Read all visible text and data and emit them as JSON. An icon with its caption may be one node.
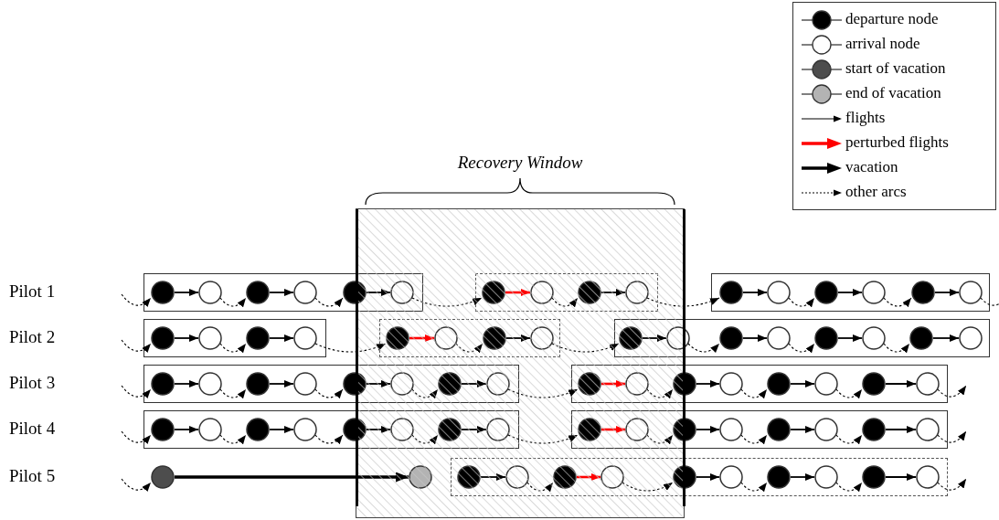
{
  "diagram": {
    "nodes": [
      {
        "text": [
          "Recovery Window"
        ]
      },
      {
        "text": [],
        "shape": "box"
      },
      {
        "text": [],
        "shape": "circle",
        "in": 1
      },
      {
        "text": [],
        "shape": "circle",
        "in": 1
      },
      {
        "text": [],
        "shape": "circle",
        "in": 1
      },
      {
        "text": [],
        "shape": "circle",
        "in": 1
      },
      {
        "text": [],
        "shape": "circle",
        "in": 1
      },
      {
        "text": [],
        "shape": "circle"
      },
      {
        "text": [],
        "shape": "box",
        "in": 0
      },
      {
        "text": [],
        "shape": "circle",
        "in": 8
      },
      {
        "text": [],
        "shape": "circle",
        "in": 8
      },
      {
        "text": [],
        "shape": "circle",
        "in": 8
      },
      {
        "text": [],
        "shape": "circle",
        "in": 8
      },
      {
        "text": [],
        "shape": "box"
      },
      {
        "text": [],
        "shape": "circle",
        "in": 13
      },
      {
        "text": [],
        "shape": "circle",
        "in": 13
      },
      {
        "text": [],
        "shape": "circle",
        "in": 13
      },
      {
        "text": [],
        "shape": "circle",
        "in": 13
      },
      {
        "text": [],
        "shape": "circle",
        "in": 13
      },
      {
        "text": [],
        "shape": "circle",
        "in": 13
      },
      {
        "text": [],
        "shape": "box"
      },
      {
        "text": [],
        "shape": "circle",
        "in": 20
      },
      {
        "text": [],
        "shape": "circle",
        "in": 20
      },
      {
        "text": [],
        "shape": "circle",
        "in": 20
      },
      {
        "text": [],
        "shape": "circle",
        "in": 20
      },
      {
        "text": [],
        "shape": "box",
        "in": 0
      },
      {
        "text": [],
        "shape": "circle",
        "in": 25
      },
      {
        "text": [],
        "shape": "circle",
        "in": 25
      },
      {
        "text": [],
        "shape": "circle",
        "in": 25
      },
      {
        "text": [],
        "shape": "circle",
        "in": 25
      },
      {
        "text": [],
        "shape": "box"
      },
      {
        "text": [],
        "shape": "circle"
      },
      {
        "text": [],
        "shape": "circle",
        "in": 30
      },
      {
        "text": [],
        "shape": "circle",
        "in": 30
      },
      {
        "text": [],
        "shape": "circle",
        "in": 30
      },
      {
        "text": [],
        "shape": "circle",
        "in": 30
      },
      {
        "text": [],
        "shape": "circle",
        "in": 30
      },
      {
        "text": [],
        "shape": "circle",
        "in": 30
      },
      {
        "text": [],
        "shape": "circle",
        "in": 30
      },
      {
        "text": [],
        "shape": "box"
      },
      {
        "text": [],
        "shape": "circle",
        "in": 39
      },
      {
        "text": [],
        "shape": "circle",
        "in": 39
      },
      {
        "text": [],
        "shape": "circle",
        "in": 39
      },
      {
        "text": [],
        "shape": "circle",
        "in": 39
      },
      {
        "text": [],
        "shape": "circle",
        "in": 39
      },
      {
        "text": [],
        "shape": "circle"
      },
      {
        "text": [],
        "shape": "circle"
      },
      {
        "text": [],
        "shape": "circle"
      },
      {
        "text": [],
        "shape": "box"
      },
      {
        "text": [],
        "shape": "circle"
      },
      {
        "text": [],
        "shape": "circle"
      },
      {
        "text": [],
        "shape": "circle",
        "in": 48
      },
      {
        "text": [],
        "shape": "circle",
        "in": 48
      },
      {
        "text": [],
        "shape": "circle",
        "in": 48
      },
      {
        "text": [],
        "shape": "circle",
        "in": 48
      },
      {
        "text": [],
        "shape": "circle",
        "in": 48
      },
      {
        "text": [],
        "shape": "circle",
        "in": 48
      },
      {
        "text": [],
        "shape": "box"
      },
      {
        "text": [],
        "shape": "circle",
        "in": 57
      },
      {
        "text": [],
        "shape": "circle",
        "in": 57
      },
      {
        "text": [],
        "shape": "circle",
        "in": 57
      },
      {
        "text": [],
        "shape": "circle",
        "in": 57
      },
      {
        "text": [],
        "shape": "circle",
        "in": 57
      },
      {
        "text": [],
        "shape": "circle"
      },
      {
        "text": [],
        "shape": "circle"
      },
      {
        "text": [],
        "shape": "circle"
      },
      {
        "text": [],
        "shape": "box"
      },
      {
        "text": [],
        "shape": "circle"
      },
      {
        "text": [],
        "shape": "circle"
      },
      {
        "text": [],
        "shape": "circle",
        "in": 66
      },
      {
        "text": [],
        "shape": "circle",
        "in": 66
      },
      {
        "text": [],
        "shape": "circle",
        "in": 66
      },
      {
        "text": [],
        "shape": "circle",
        "in": 66
      },
      {
        "text": [],
        "shape": "circle",
        "in": 66
      },
      {
        "text": [],
        "shape": "circle",
        "in": 66
      },
      {
        "text": [],
        "shape": "circle"
      },
      {
        "text": [],
        "shape": "circle",
        "in": 0
      },
      {
        "text": [],
        "shape": "box"
      },
      {
        "text": [],
        "shape": "circle"
      },
      {
        "text": [],
        "shape": "circle"
      },
      {
        "text": [],
        "shape": "circle"
      },
      {
        "text": [],
        "shape": "circle"
      },
      {
        "text": [],
        "shape": "circle",
        "in": 77
      },
      {
        "text": [],
        "shape": "circle",
        "in": 77
      },
      {
        "text": [],
        "shape": "circle",
        "in": 77
      },
      {
        "text": [],
        "shape": "circle",
        "in": 77
      },
      {
        "text": [],
        "shape": "circle",
        "in": 77
      },
      {
        "text": [],
        "shape": "circle",
        "in": 77
      }
    ],
    "edges": [
      {
        "from": null,
        "to": 2,
        "arrow": "to",
        "style": "dashed"
      },
      {
        "from": 2,
        "to": 3,
        "arrow": "to"
      },
      {
        "from": 3,
        "to": 4,
        "arrow": "to",
        "style": "dashed"
      },
      {
        "from": 4,
        "to": 5,
        "arrow": "to"
      },
      {
        "from": 5,
        "to": 6,
        "arrow": "to",
        "style": "dashed"
      },
      {
        "from": 6,
        "to": 7,
        "arrow": "to"
      },
      {
        "from": 7,
        "to": 9,
        "arrow": "to",
        "style": "dashed"
      },
      {
        "from": 9,
        "to": 10,
        "arrow": "to",
        "color": "#ff0000"
      },
      {
        "from": 10,
        "to": 11,
        "arrow": "to",
        "style": "dashed"
      },
      {
        "from": 11,
        "to": 12,
        "arrow": "to"
      },
      {
        "from": 12,
        "to": 14,
        "arrow": "to",
        "style": "dashed"
      },
      {
        "from": 14,
        "to": 15,
        "arrow": "to"
      },
      {
        "from": 15,
        "to": 16,
        "arrow": "to",
        "style": "dashed"
      },
      {
        "from": 16,
        "to": 17,
        "arrow": "to"
      },
      {
        "from": 17,
        "to": 18,
        "arrow": "to",
        "style": "dashed"
      },
      {
        "from": 18,
        "to": 19,
        "arrow": "to"
      },
      {
        "from": 19,
        "to": null,
        "arrow": "none",
        "style": "dashed"
      },
      {
        "from": null,
        "to": 21,
        "arrow": "to",
        "style": "dashed"
      },
      {
        "from": 21,
        "to": 22,
        "arrow": "to"
      },
      {
        "from": 22,
        "to": 23,
        "arrow": "to",
        "style": "dashed"
      },
      {
        "from": 23,
        "to": 24,
        "arrow": "to"
      },
      {
        "from": 24,
        "to": 26,
        "arrow": "to",
        "style": "dashed"
      },
      {
        "from": 26,
        "to": 27,
        "arrow": "to",
        "color": "#ff0000"
      },
      {
        "from": 27,
        "to": 28,
        "arrow": "to",
        "style": "dashed"
      },
      {
        "from": 28,
        "to": 29,
        "arrow": "to"
      },
      {
        "from": 29,
        "to": 31,
        "arrow": "to",
        "style": "dashed"
      },
      {
        "from": 31,
        "to": 32,
        "arrow": "to"
      },
      {
        "from": 32,
        "to": 33,
        "arrow": "to",
        "style": "dashed"
      },
      {
        "from": 33,
        "to": 34,
        "arrow": "to"
      },
      {
        "from": 34,
        "to": 35,
        "arrow": "to",
        "style": "dashed"
      },
      {
        "from": 35,
        "to": 36,
        "arrow": "to"
      },
      {
        "from": 36,
        "to": 37,
        "arrow": "to",
        "style": "dashed"
      },
      {
        "from": 37,
        "to": 38,
        "arrow": "to"
      },
      {
        "from": null,
        "to": 40,
        "arrow": "to",
        "style": "dashed"
      },
      {
        "from": 40,
        "to": 41,
        "arrow": "to"
      },
      {
        "from": 41,
        "to": 42,
        "arrow": "to",
        "style": "dashed"
      },
      {
        "from": 42,
        "to": 43,
        "arrow": "to"
      },
      {
        "from": 43,
        "to": 44,
        "arrow": "to",
        "style": "dashed"
      },
      {
        "from": 44,
        "to": 45,
        "arrow": "to"
      },
      {
        "from": 45,
        "to": 46,
        "arrow": "to",
        "style": "dashed"
      },
      {
        "from": 46,
        "to": 47,
        "arrow": "to"
      },
      {
        "from": 47,
        "to": 49,
        "arrow": "to",
        "style": "dashed"
      },
      {
        "from": 49,
        "to": 50,
        "arrow": "to",
        "color": "#ff0000"
      },
      {
        "from": 50,
        "to": 51,
        "arrow": "to",
        "style": "dashed"
      },
      {
        "from": 51,
        "to": 52,
        "arrow": "to"
      },
      {
        "from": 52,
        "to": 53,
        "arrow": "to",
        "style": "dashed"
      },
      {
        "from": 53,
        "to": 54,
        "arrow": "to"
      },
      {
        "from": 54,
        "to": 55,
        "arrow": "to",
        "style": "dashed"
      },
      {
        "from": 55,
        "to": 56,
        "arrow": "to"
      },
      {
        "from": 56,
        "to": null,
        "arrow": "to",
        "style": "dashed"
      },
      {
        "from": null,
        "to": 58,
        "arrow": "to",
        "style": "dashed"
      },
      {
        "from": 58,
        "to": 59,
        "arrow": "to"
      },
      {
        "from": 59,
        "to": 60,
        "arrow": "to",
        "style": "dashed"
      },
      {
        "from": 60,
        "to": 61,
        "arrow": "to"
      },
      {
        "from": 61,
        "to": 62,
        "arrow": "to",
        "style": "dashed"
      },
      {
        "from": 62,
        "to": 63,
        "arrow": "to"
      },
      {
        "from": 63,
        "to": 64,
        "arrow": "to",
        "style": "dashed"
      },
      {
        "from": 64,
        "to": 65,
        "arrow": "to"
      },
      {
        "from": 65,
        "to": 67,
        "arrow": "to",
        "style": "dashed"
      },
      {
        "from": 67,
        "to": 68,
        "arrow": "to",
        "color": "#ff0000"
      },
      {
        "from": 68,
        "to": 69,
        "arrow": "to",
        "style": "dashed"
      },
      {
        "from": 69,
        "to": 70,
        "arrow": "to"
      },
      {
        "from": 70,
        "to": 71,
        "arrow": "to",
        "style": "dashed"
      },
      {
        "from": 71,
        "to": 72,
        "arrow": "to"
      },
      {
        "from": 72,
        "to": 73,
        "arrow": "to",
        "style": "dashed"
      },
      {
        "from": 73,
        "to": 74,
        "arrow": "to"
      },
      {
        "from": 74,
        "to": null,
        "arrow": "to",
        "style": "dashed"
      },
      {
        "from": null,
        "to": 75,
        "arrow": "to",
        "style": "dashed"
      },
      {
        "from": 75,
        "to": 76,
        "arrow": "to",
        "style": "thick"
      },
      {
        "from": 78,
        "to": 79,
        "arrow": "to"
      },
      {
        "from": 79,
        "to": 80,
        "arrow": "to",
        "style": "dashed"
      },
      {
        "from": 80,
        "to": 81,
        "arrow": "to",
        "color": "#ff0000"
      },
      {
        "from": 81,
        "to": 82,
        "arrow": "to",
        "style": "dashed"
      },
      {
        "from": 82,
        "to": 83,
        "arrow": "to"
      },
      {
        "from": 83,
        "to": 84,
        "arrow": "to",
        "style": "dashed"
      },
      {
        "from": 84,
        "to": 85,
        "arrow": "to"
      },
      {
        "from": 85,
        "to": 86,
        "arrow": "to",
        "style": "dashed"
      },
      {
        "from": 86,
        "to": 87,
        "arrow": "to"
      },
      {
        "from": 87,
        "to": null,
        "arrow": "to",
        "style": "dashed"
      }
    ],
    "labels": [
      "Pilot 1",
      "Pilot 2",
      "Pilot 3",
      "Pilot 4",
      "Pilot 5"
    ],
    "legend": [
      {
        "text": "departure node",
        "color": "#000000"
      },
      {
        "text": "arrival node",
        "color": "#ffffff"
      },
      {
        "text": "start of vacation",
        "color": "#4d4d4d"
      },
      {
        "text": "end of vacation",
        "color": "#b3b3b3"
      },
      {
        "text": "flights"
      },
      {
        "text": "perturbed flights"
      },
      {
        "text": "vacation"
      },
      {
        "text": "other arcs"
      }
    ]
  }
}
